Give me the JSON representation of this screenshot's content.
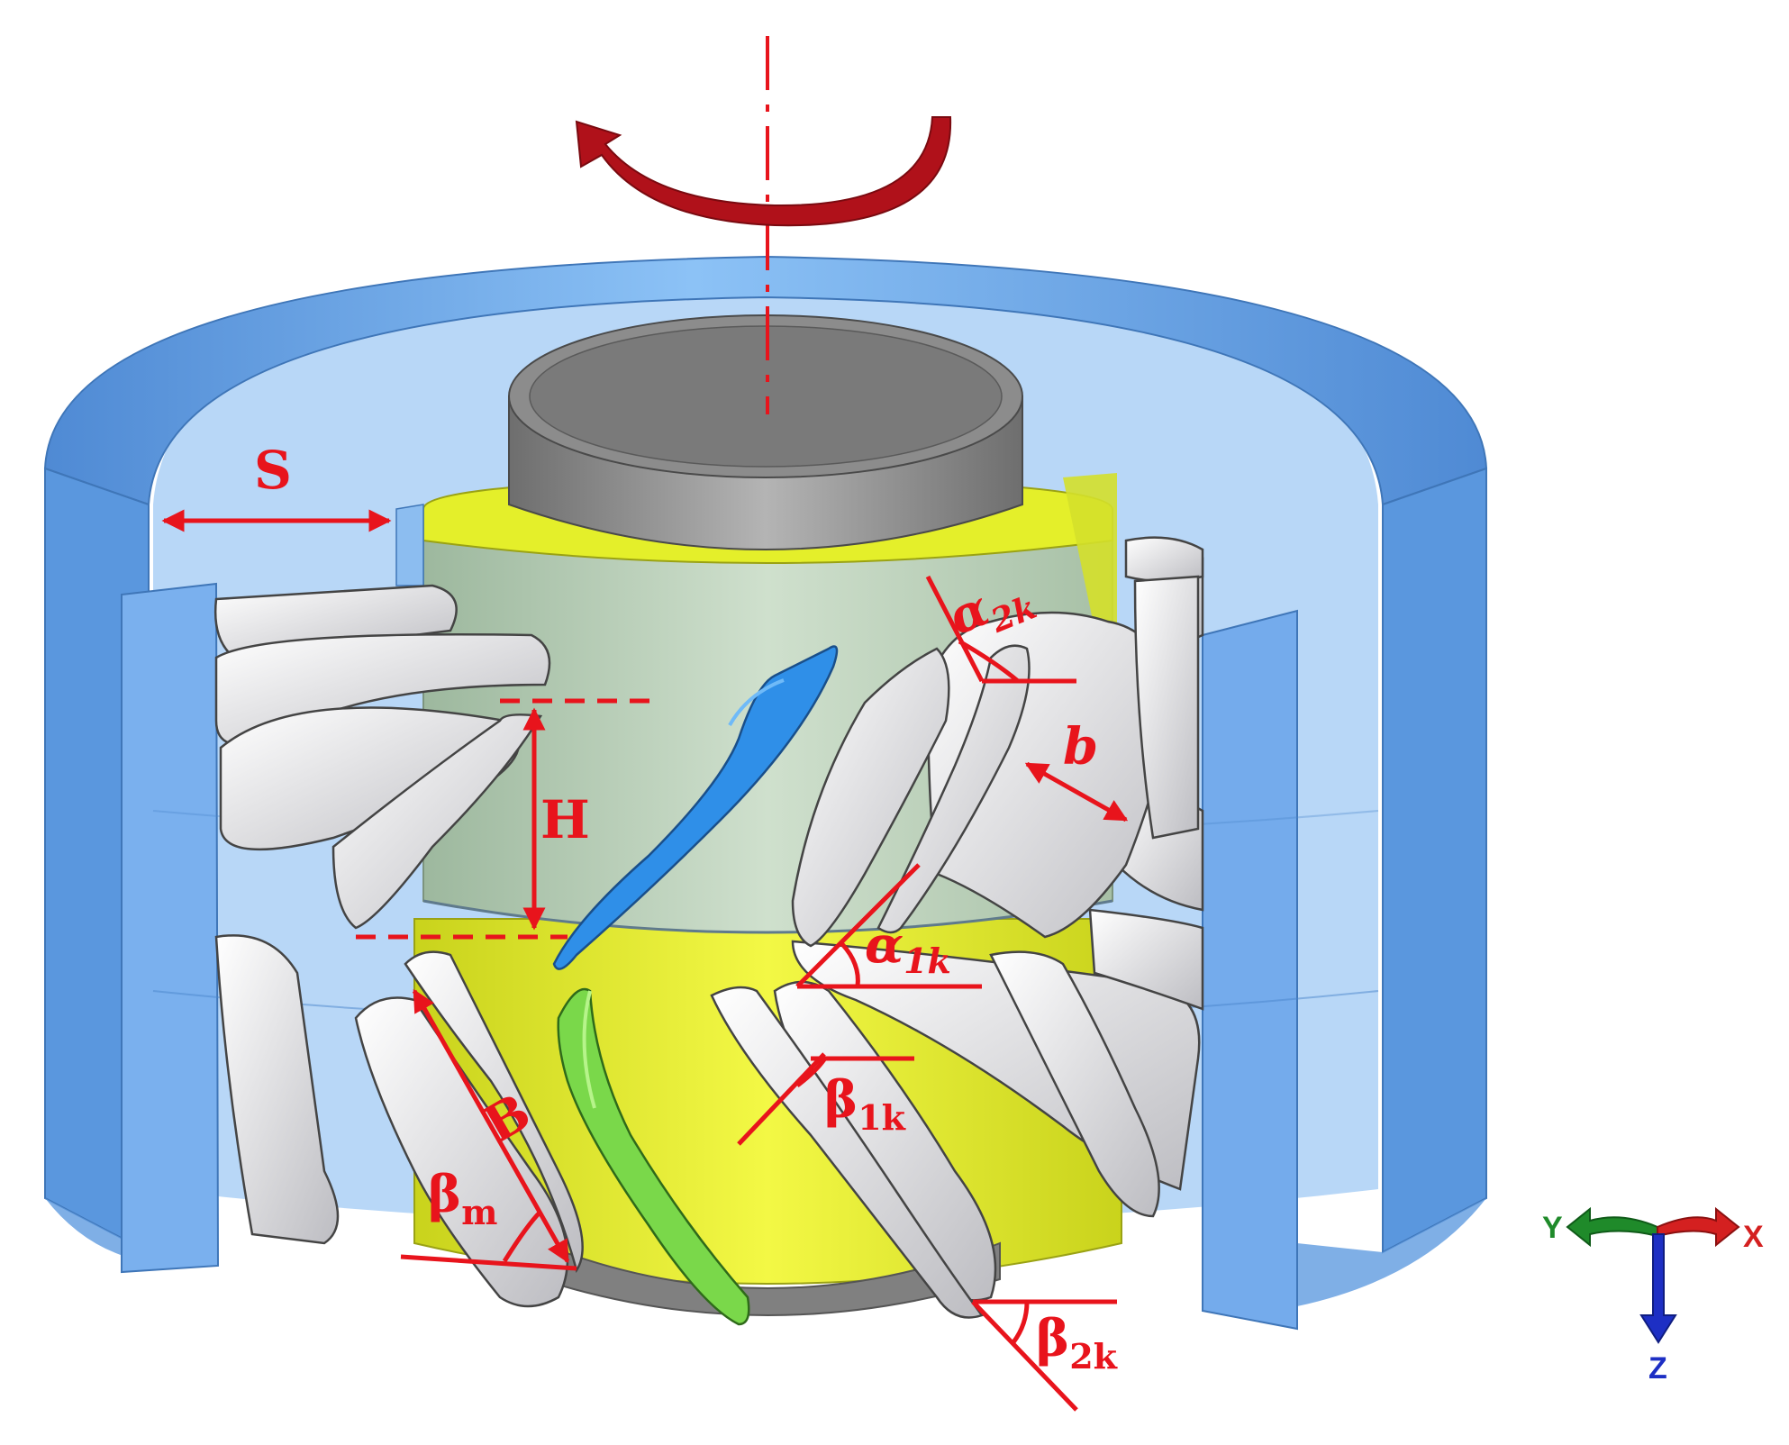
{
  "labels": {
    "S": "S",
    "H": "H",
    "b": "b",
    "B": "B",
    "alpha2k": {
      "sym": "α",
      "sub": "2k"
    },
    "alpha1k": {
      "sym": "α",
      "sub": "1k"
    },
    "beta1k": {
      "sym": "β",
      "sub": "1k"
    },
    "beta2k": {
      "sym": "β",
      "sub": "2k"
    },
    "betam": {
      "sym": "β",
      "sub": "m"
    }
  },
  "triad": {
    "x": "X",
    "y": "Y",
    "z": "Z"
  },
  "colors": {
    "annotation": "#e8141c",
    "rotation_arrow": "#b0111a",
    "casing": "#6aa8ea",
    "casing_dark": "#4a86cc",
    "hub_band": "#e4ef2a",
    "hub_sleeve": "#bcd3bc",
    "cap": "#8c8c8c",
    "blade": "#e9e9ec",
    "blade_blue": "#2f8fe8",
    "blade_green": "#7ad84a",
    "axis_x": "#d42020",
    "axis_y": "#1f8a2a",
    "axis_z": "#1d2fc4"
  }
}
